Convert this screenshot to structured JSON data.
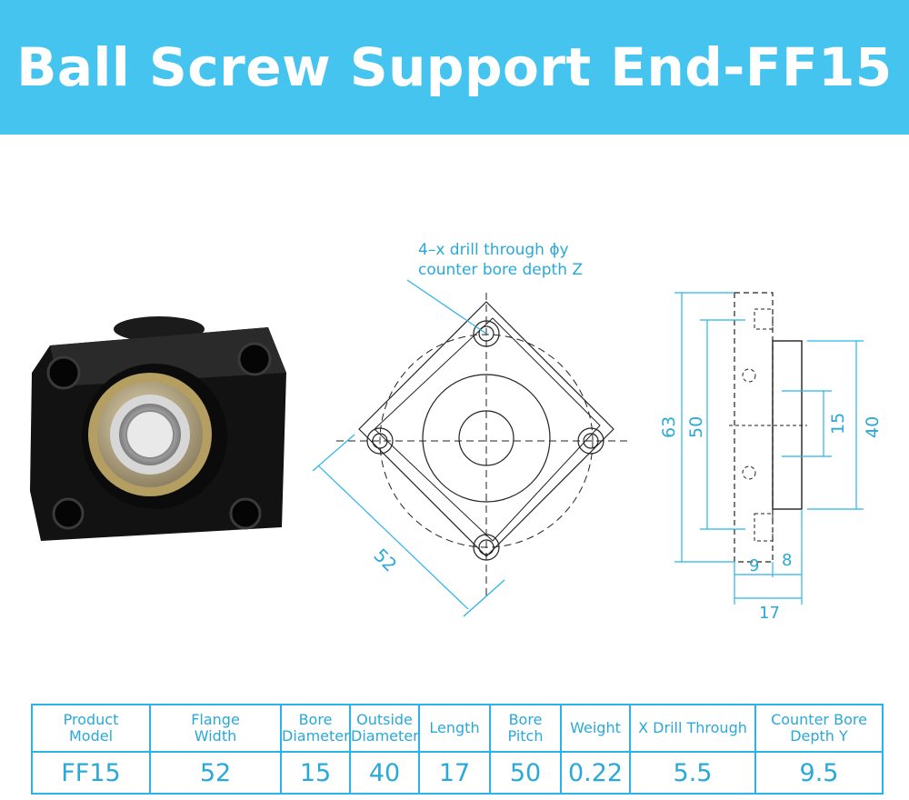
{
  "banner": {
    "title": "Ball Screw Support End-FF15",
    "background": "#45c4ef"
  },
  "drawing": {
    "callout_line1": "4–x drill through ϕy",
    "callout_line2": "counter bore depth Z",
    "dim_flange": "52",
    "dim_63": "63",
    "dim_50": "50",
    "dim_15": "15",
    "dim_40": "40",
    "dim_9": "9",
    "dim_8": "8",
    "dim_17": "17",
    "dimension_color": "#2ab3e8"
  },
  "table": {
    "headers": [
      [
        "Product",
        "Model"
      ],
      [
        "Flange",
        "Width"
      ],
      [
        "Bore",
        "Diameter"
      ],
      [
        "Outside",
        "Diameter"
      ],
      [
        "Length",
        ""
      ],
      [
        "Bore",
        "Pitch"
      ],
      [
        "Weight",
        ""
      ],
      [
        "X Drill Through",
        ""
      ],
      [
        "Counter Bore",
        "Depth Y"
      ]
    ],
    "values": [
      "FF15",
      "52",
      "15",
      "40",
      "17",
      "50",
      "0.22",
      "5.5",
      "9.5"
    ],
    "border_color": "#2ab3e8"
  }
}
